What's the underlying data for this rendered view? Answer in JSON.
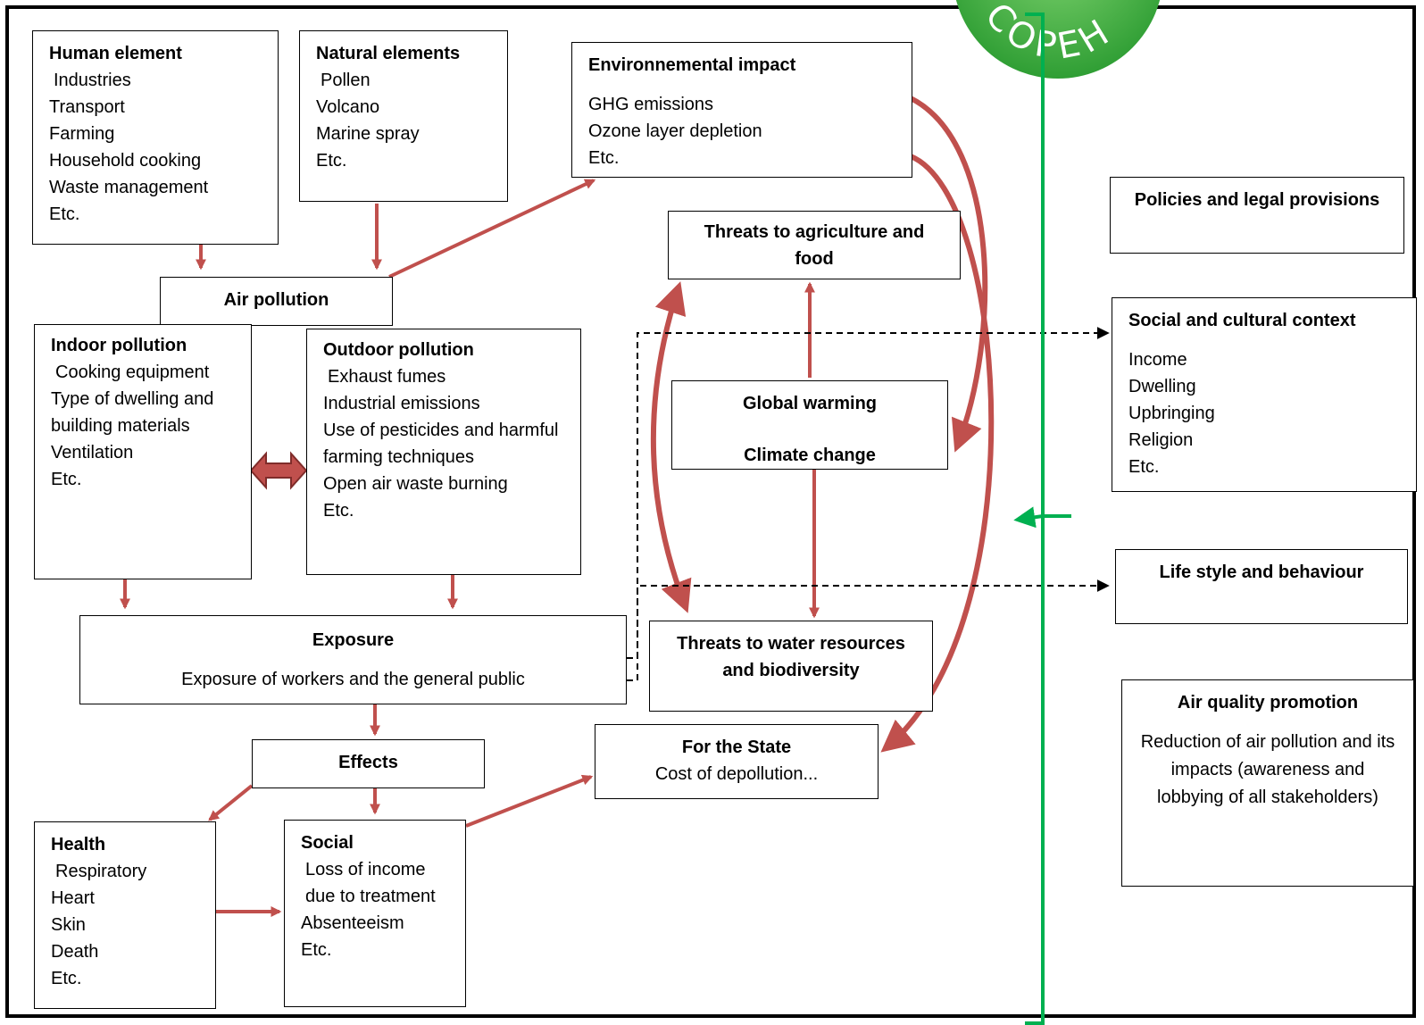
{
  "logo": {
    "text": "COPEH"
  },
  "nodes": {
    "human": {
      "title": "Human element",
      "items": [
        "Industries",
        "Transport",
        "Farming",
        "Household cooking",
        "Waste management",
        "Etc."
      ]
    },
    "natural": {
      "title": "Natural elements",
      "items": [
        "Pollen",
        "Volcano",
        "Marine spray",
        "Etc."
      ]
    },
    "env": {
      "title": "Environnemental impact",
      "items": [
        "GHG emissions",
        "Ozone layer depletion",
        "Etc."
      ]
    },
    "air": {
      "title": "Air pollution"
    },
    "indoor": {
      "title": "Indoor pollution",
      "items": [
        "Cooking equipment",
        "Type of dwelling and building materials",
        "Ventilation",
        "Etc."
      ]
    },
    "outdoor": {
      "title": "Outdoor pollution",
      "items": [
        "Exhaust fumes",
        "Industrial emissions",
        "Use of pesticides and harmful farming techniques",
        "Open air waste burning",
        "Etc."
      ]
    },
    "agri": {
      "title": "Threats to agriculture and food"
    },
    "warming": {
      "title": "Global warming",
      "subtitle": "Climate change"
    },
    "water": {
      "title": "Threats to water resources and biodiversity"
    },
    "exposure": {
      "title": "Exposure",
      "text": "Exposure of workers and the general public"
    },
    "effects": {
      "title": "Effects"
    },
    "state": {
      "title": "For the State",
      "text": "Cost of depollution..."
    },
    "health": {
      "title": "Health",
      "items": [
        "Respiratory",
        "Heart",
        "Skin",
        "Death",
        "Etc."
      ]
    },
    "social": {
      "title": "Social",
      "items": [
        "Loss of income due to treatment",
        "Absenteeism",
        "Etc."
      ]
    },
    "policies": {
      "title": "Policies and legal provisions"
    },
    "context": {
      "title": "Social and cultural context",
      "items": [
        "Income",
        "Dwelling",
        "Upbringing",
        "Religion",
        "Etc."
      ]
    },
    "lifestyle": {
      "title": "Life style and behaviour"
    },
    "promotion": {
      "title": "Air quality promotion",
      "text": "Reduction of air pollution and its impacts (awareness and lobbying of all stakeholders)"
    }
  },
  "colors": {
    "arrow": "#c0504d",
    "dashed": "#000000",
    "bracket": "#00b050",
    "logo": "#3fae3f"
  }
}
